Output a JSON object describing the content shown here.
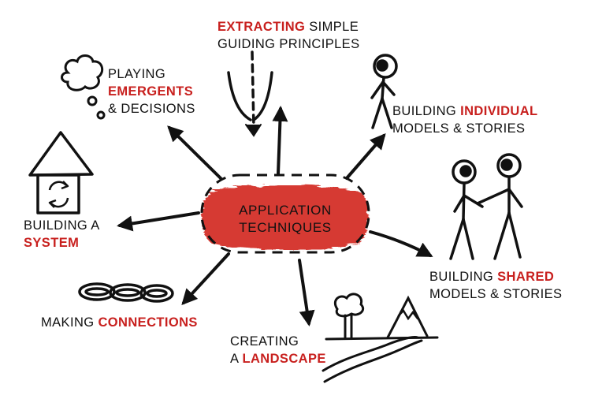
{
  "colors": {
    "ink": "#111111",
    "highlight": "#c8201e",
    "center_fill": "#d32a24",
    "background": "#ffffff"
  },
  "center": {
    "line1": "APPLICATION",
    "line2": "TECHNIQUES"
  },
  "nodes": {
    "extracting": {
      "highlight": "EXTRACTING",
      "rest1": " SIMPLE",
      "line2": "GUIDING PRINCIPLES",
      "icon": "converging-arrows-icon"
    },
    "emergents": {
      "line1": "PLAYING",
      "highlight": "EMERGENTS",
      "line3": "& DECISIONS",
      "icon": "thought-cloud-icon"
    },
    "individual": {
      "prefix": "BUILDING ",
      "highlight": "INDIVIDUAL",
      "line2": "MODELS & STORIES",
      "icon": "stick-figure-icon"
    },
    "system": {
      "line1": "BUILDING A",
      "highlight": "SYSTEM",
      "icon": "house-cycle-icon"
    },
    "shared": {
      "prefix": "BUILDING ",
      "highlight": "SHARED",
      "line2": "MODELS & STORIES",
      "icon": "two-figures-icon"
    },
    "connections": {
      "prefix": "MAKING ",
      "highlight": "CONNECTIONS",
      "icon": "chain-links-icon"
    },
    "landscape": {
      "line1": "CREATING",
      "prefix": "A ",
      "highlight": "LANDSCAPE",
      "icon": "landscape-icon"
    }
  }
}
